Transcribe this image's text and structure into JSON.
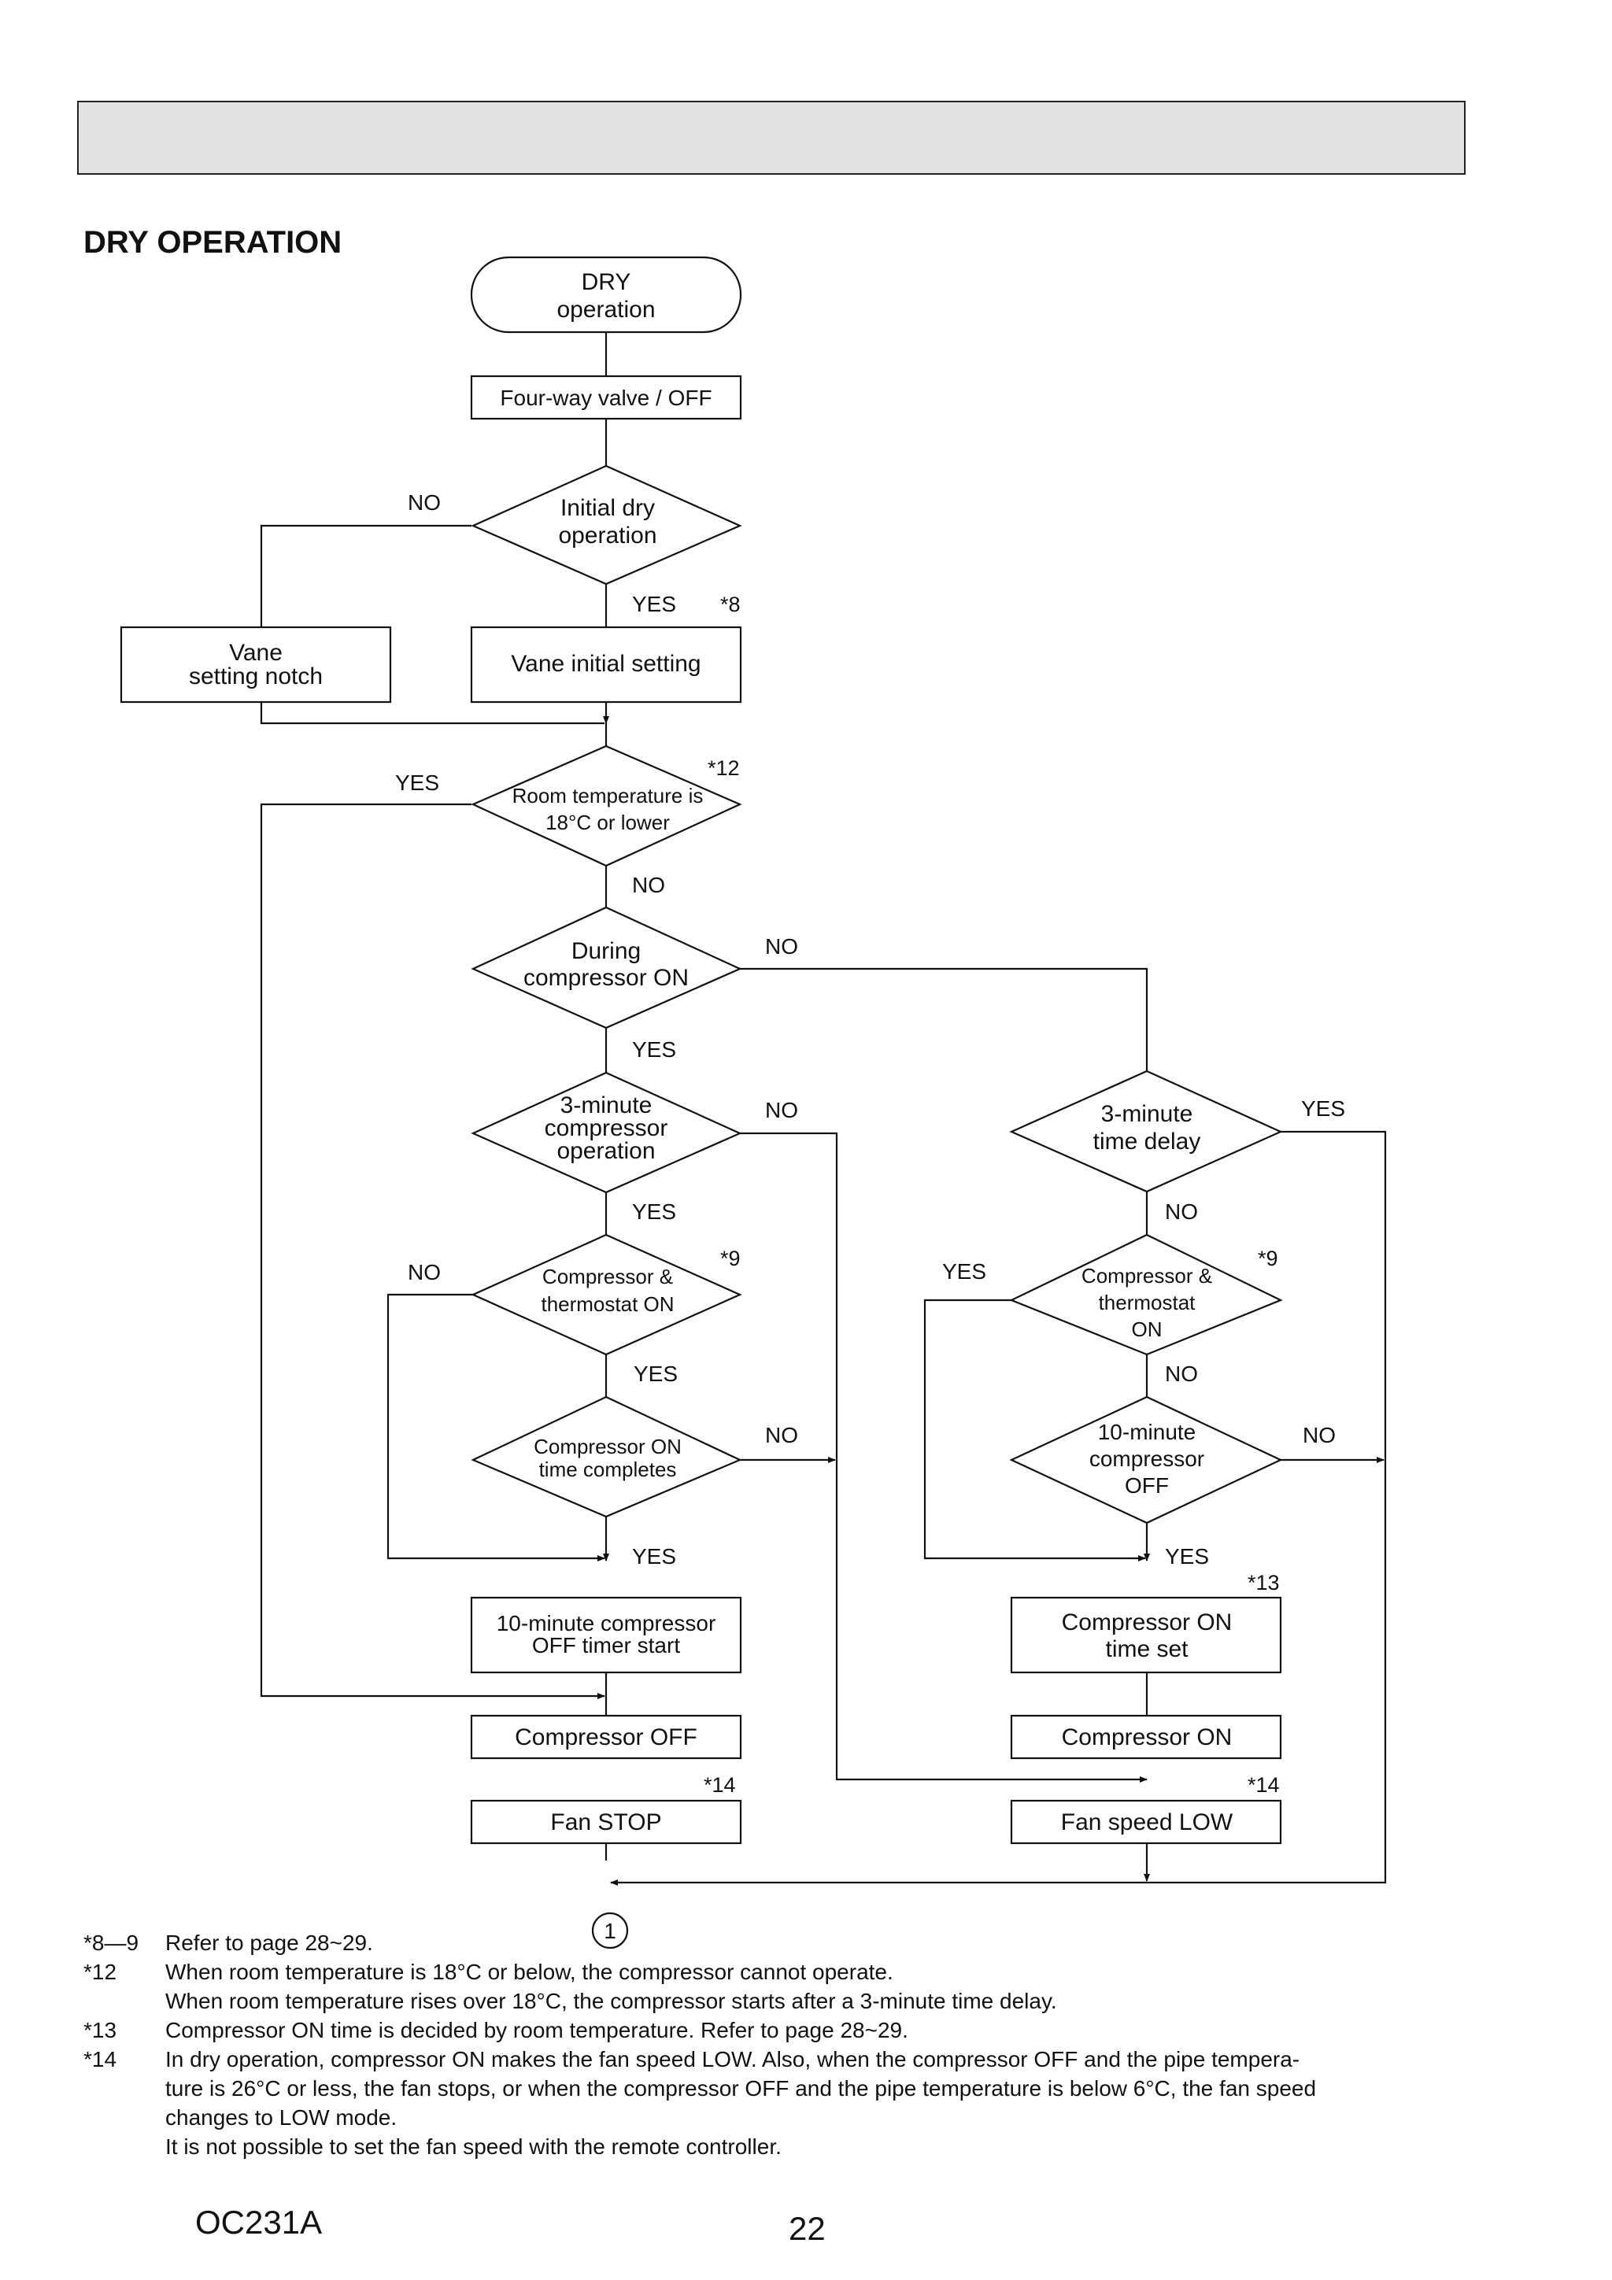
{
  "section_title": "DRY OPERATION",
  "nodes": {
    "start": [
      "DRY",
      "operation"
    ],
    "four_way": [
      "Four-way valve / OFF"
    ],
    "initial_dry": [
      "Initial dry",
      "operation"
    ],
    "vane_notch": [
      "Vane",
      "setting notch"
    ],
    "vane_initial": [
      "Vane initial setting"
    ],
    "room_temp": [
      "Room temperature is",
      "18°C or lower"
    ],
    "during_comp": [
      "During",
      "compressor ON"
    ],
    "three_min_op": [
      "3-minute",
      "compressor",
      "operation"
    ],
    "comp_thermo_left": [
      "Compressor &",
      "thermostat ON"
    ],
    "comp_on_time": [
      "Compressor ON",
      "time completes"
    ],
    "ten_min_timer": [
      "10-minute compressor",
      "OFF timer start"
    ],
    "comp_off": [
      "Compressor OFF"
    ],
    "fan_stop": [
      "Fan STOP"
    ],
    "three_min_delay": [
      "3-minute",
      "time delay"
    ],
    "comp_thermo_right": [
      "Compressor &",
      "thermostat",
      "ON"
    ],
    "ten_min_off": [
      "10-minute",
      "compressor",
      "OFF"
    ],
    "comp_on_time_set": [
      "Compressor ON",
      "time set"
    ],
    "comp_on": [
      "Compressor ON"
    ],
    "fan_low": [
      "Fan speed LOW"
    ],
    "connector": "1"
  },
  "edge_labels": {
    "initial_dry_no": "NO",
    "initial_dry_yes": "YES",
    "room_temp_yes": "YES",
    "room_temp_no": "NO",
    "during_no": "NO",
    "during_yes": "YES",
    "three_min_no": "NO",
    "three_min_yes": "YES",
    "thermo_left_no": "NO",
    "thermo_left_yes": "YES",
    "comp_on_time_no": "NO",
    "comp_on_time_yes": "YES",
    "delay_yes": "YES",
    "delay_no": "NO",
    "thermo_right_yes": "YES",
    "thermo_right_no": "NO",
    "ten_min_no": "NO",
    "ten_min_yes": "YES"
  },
  "note_refs": {
    "initial_dry": "*8",
    "room_temp": "*12",
    "thermo_left": "*9",
    "thermo_right": "*9",
    "time_set": "*13",
    "fan_stop": "*14",
    "fan_low": "*14"
  },
  "notes": [
    {
      "mark": "*8—9",
      "lines": [
        "Refer to page 28~29."
      ]
    },
    {
      "mark": "*12",
      "lines": [
        "When room temperature is 18°C or below, the compressor cannot operate.",
        "When room temperature rises over 18°C, the compressor starts after a 3-minute time delay."
      ]
    },
    {
      "mark": "*13",
      "lines": [
        "Compressor ON time is decided by room temperature. Refer to page 28~29."
      ]
    },
    {
      "mark": "*14",
      "lines": [
        "In dry operation, compressor ON makes the fan speed LOW. Also, when the compressor OFF and the pipe tempera-",
        "ture is 26°C or less, the fan stops, or when the compressor OFF and the pipe temperature is below 6°C, the fan speed",
        "changes to LOW mode.",
        "It is not possible to set the fan speed with the remote controller."
      ]
    }
  ],
  "footer": {
    "doc_code": "OC231A",
    "page_number": "22"
  }
}
